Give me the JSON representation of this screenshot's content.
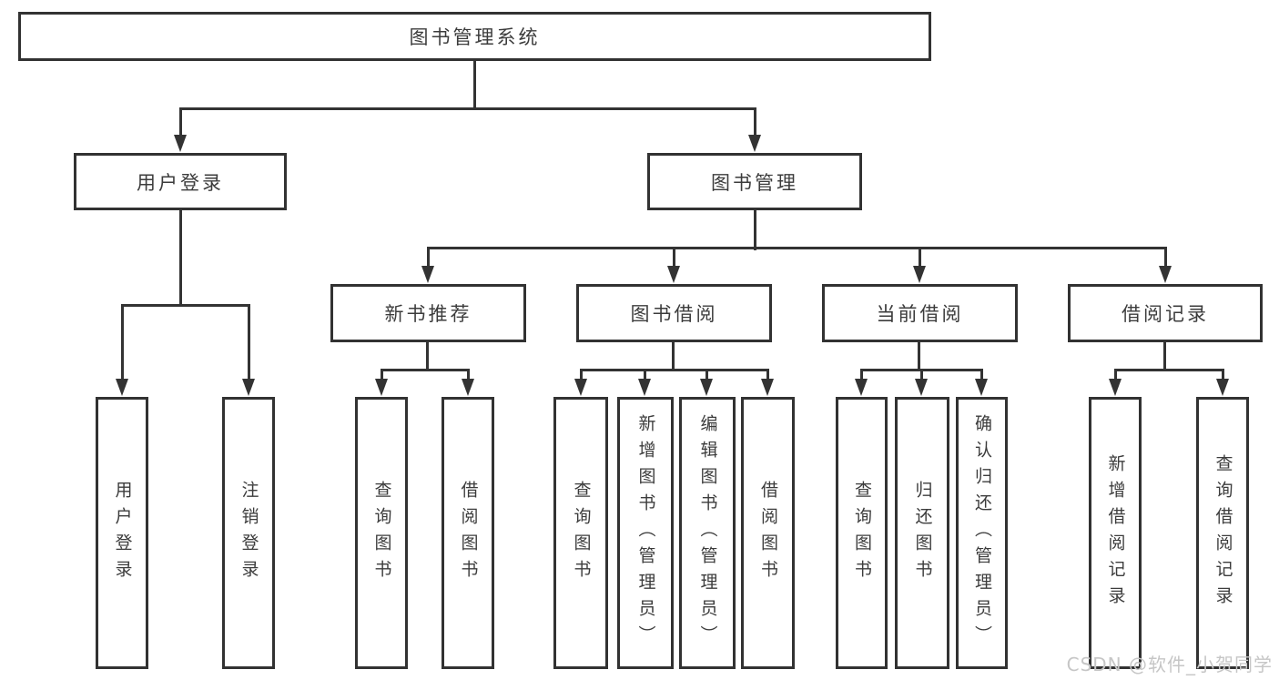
{
  "tree": {
    "label": "图书管理系统",
    "children": [
      {
        "label": "用户登录",
        "children": [
          {
            "label": "用户登录"
          },
          {
            "label": "注销登录"
          }
        ]
      },
      {
        "label": "图书管理",
        "children": [
          {
            "label": "新书推荐",
            "children": [
              {
                "label": "查询图书"
              },
              {
                "label": "借阅图书"
              }
            ]
          },
          {
            "label": "图书借阅",
            "children": [
              {
                "label": "查询图书"
              },
              {
                "label": "新增图书（管理员）"
              },
              {
                "label": "编辑图书（管理员）"
              },
              {
                "label": "借阅图书"
              }
            ]
          },
          {
            "label": "当前借阅",
            "children": [
              {
                "label": "查询图书"
              },
              {
                "label": "归还图书"
              },
              {
                "label": "确认归还（管理员）"
              }
            ]
          },
          {
            "label": "借阅记录",
            "children": [
              {
                "label": "新增借阅记录"
              },
              {
                "label": "查询借阅记录"
              }
            ]
          }
        ]
      }
    ]
  },
  "watermark": {
    "text": "CSDN @软件_小贺同学"
  },
  "colors": {
    "line": "#333333",
    "box_border": "#323232",
    "text": "#3c3c3c",
    "watermark": "#c6c6c6",
    "background": "#ffffff"
  }
}
